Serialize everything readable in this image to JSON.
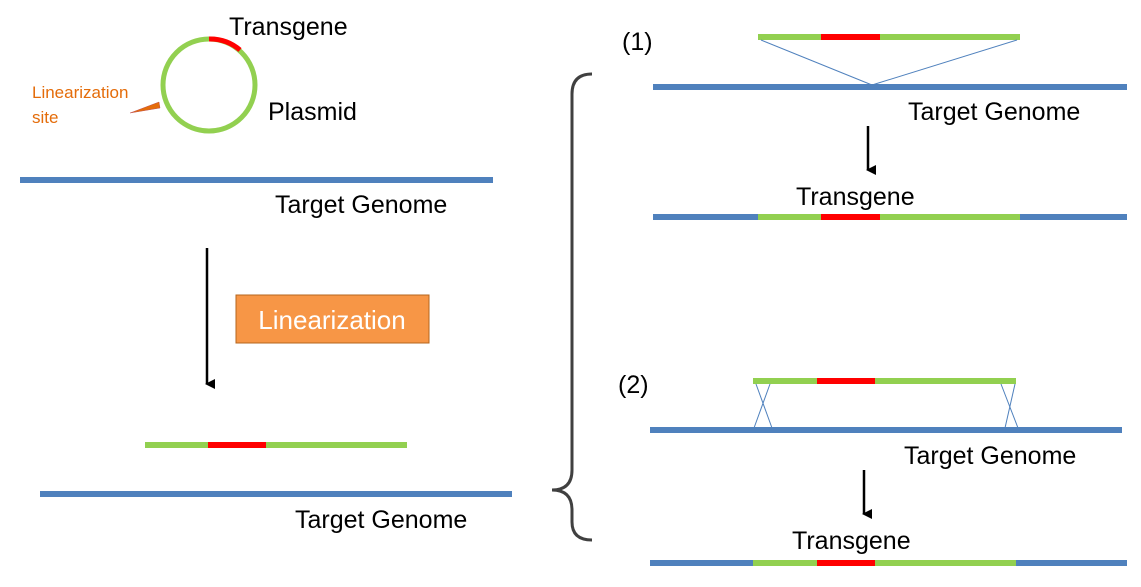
{
  "labels": {
    "transgene": "Transgene",
    "plasmid": "Plasmid",
    "linearization_site_line1": "Linearization",
    "linearization_site_line2": "site",
    "target_genome": "Target Genome",
    "linearization_step": "Linearization",
    "pathway_1": "(1)",
    "pathway_2": "(2)"
  },
  "colors": {
    "genome": "#4f81bd",
    "plasmid_backbone": "#92d050",
    "transgene": "#ff0000",
    "linearization_box": "#f79646",
    "linearization_text_orange": "#e46c0a",
    "arrow": "#000000"
  }
}
